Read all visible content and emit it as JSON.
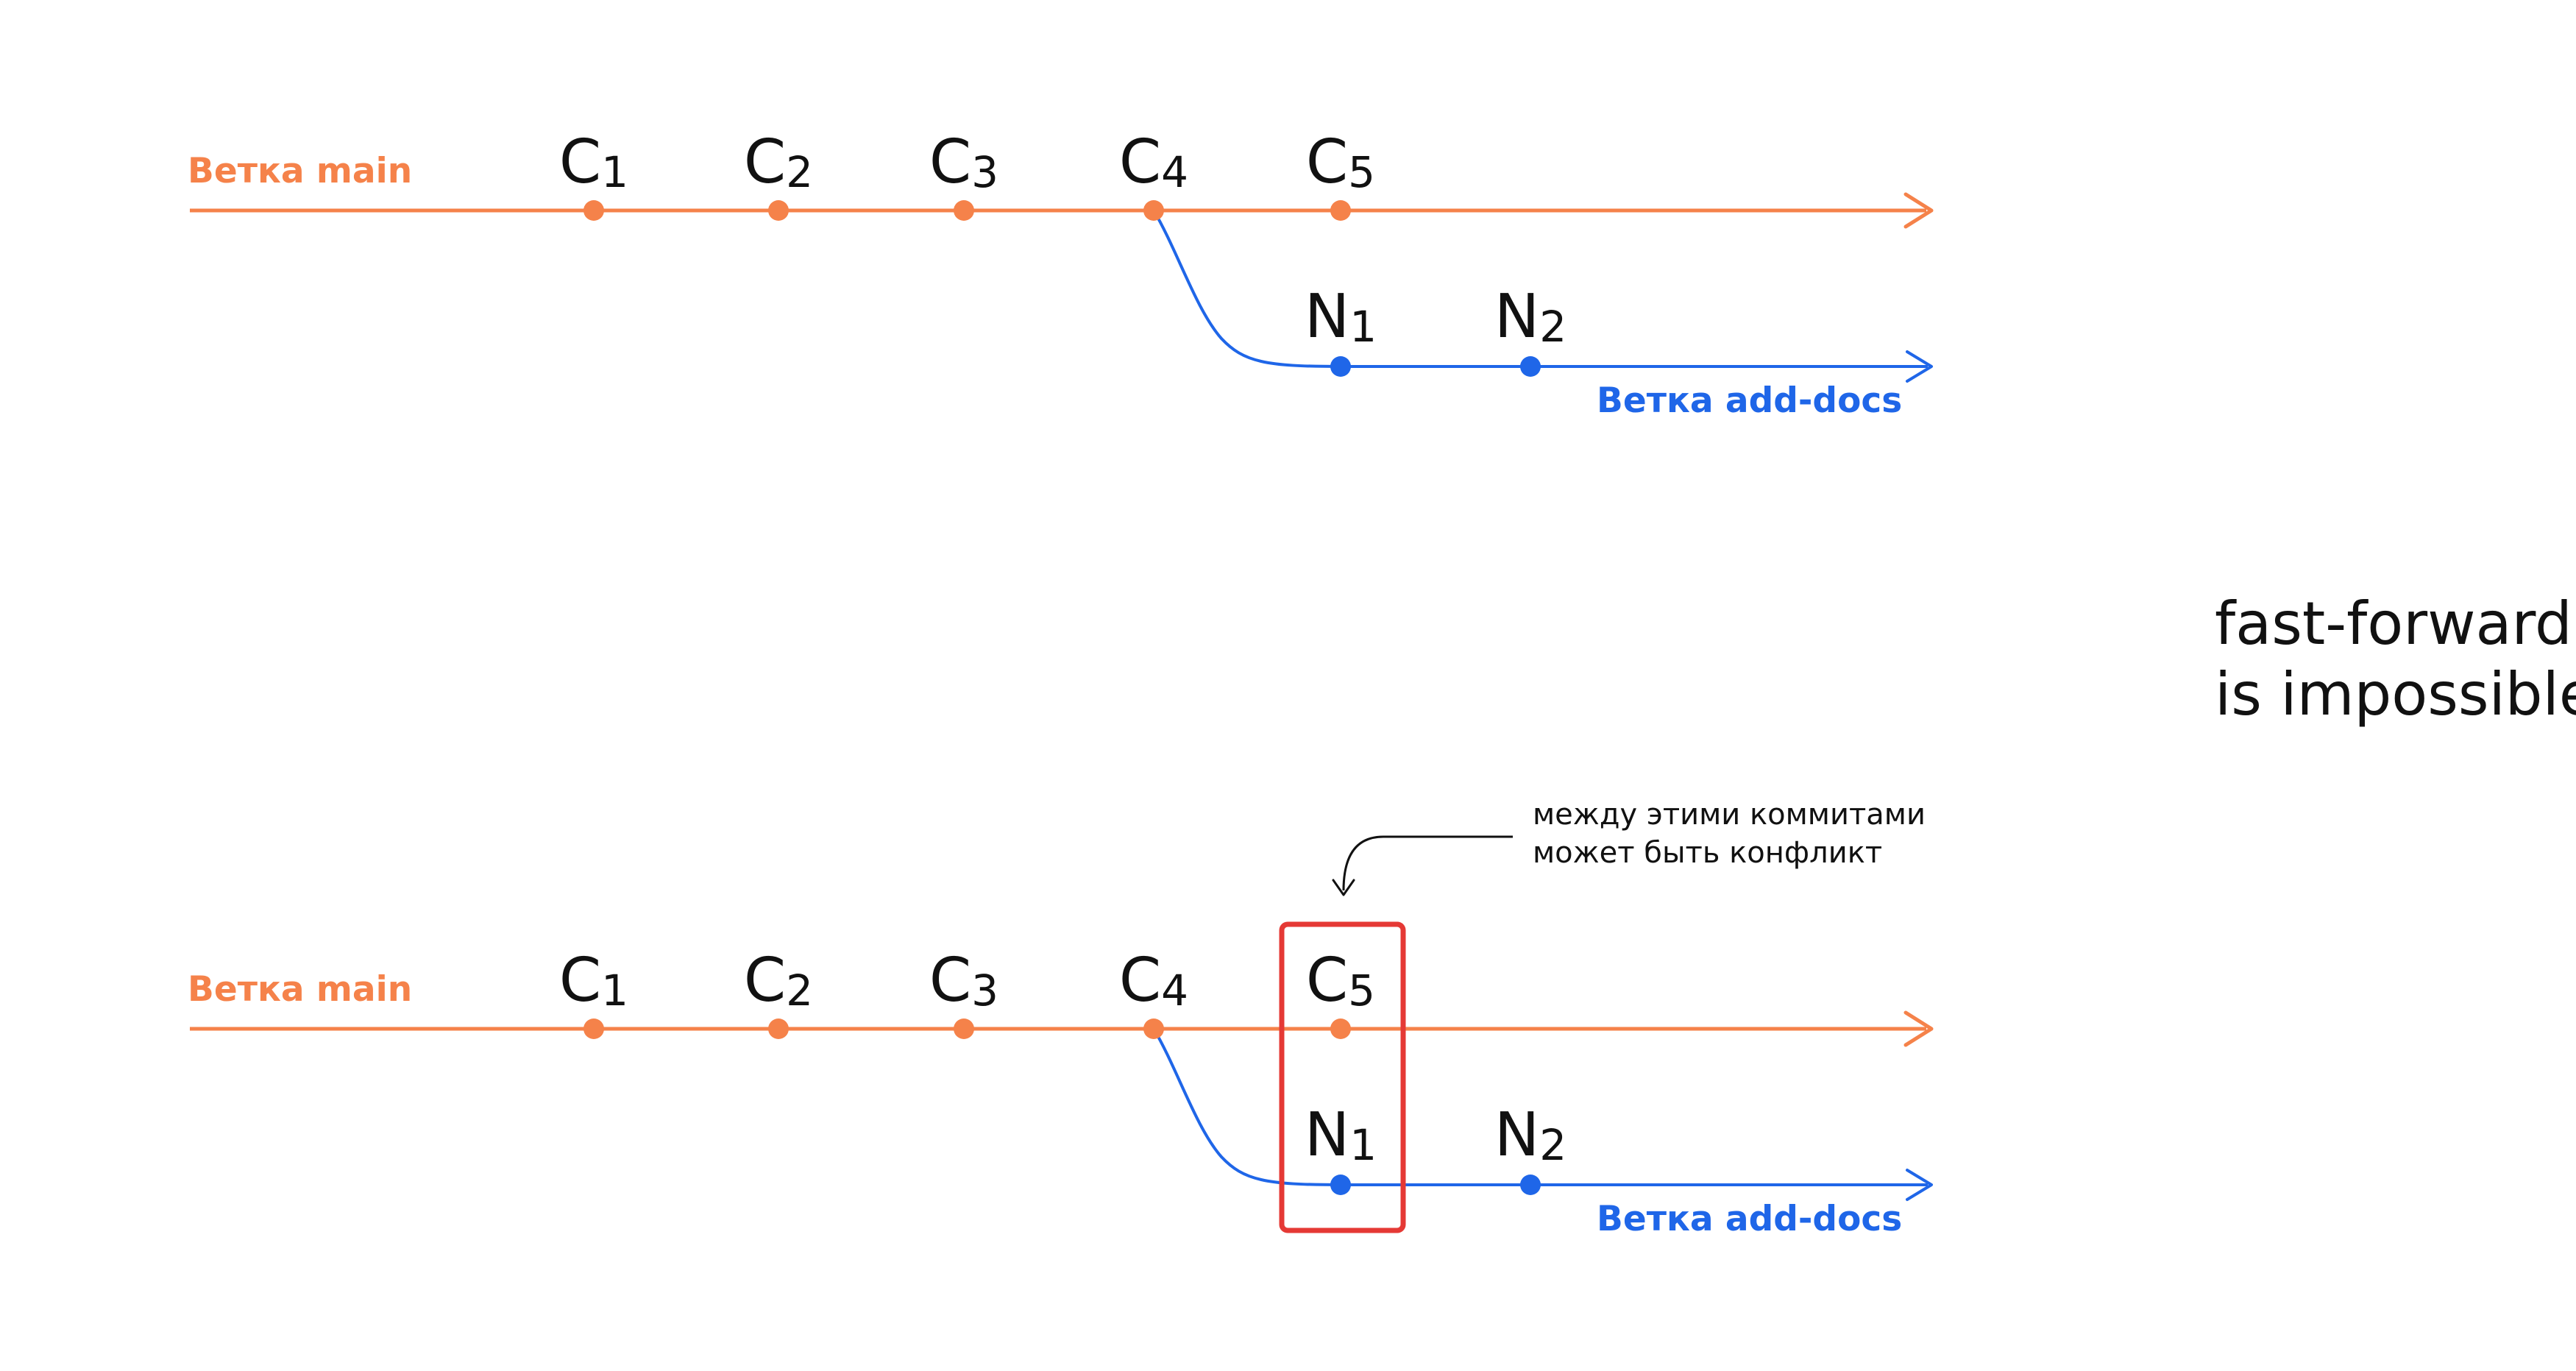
{
  "colors": {
    "main": "#F5824A",
    "feature": "#1F66E8",
    "highlight": "#E53935",
    "text": "#111111"
  },
  "panels": [
    {
      "main_branch": {
        "label": "Ветка main",
        "commits": [
          {
            "letter": "C",
            "index": "1"
          },
          {
            "letter": "C",
            "index": "2"
          },
          {
            "letter": "C",
            "index": "3"
          },
          {
            "letter": "C",
            "index": "4"
          },
          {
            "letter": "C",
            "index": "5"
          }
        ]
      },
      "feature_branch": {
        "label": "Ветка add-docs",
        "commits": [
          {
            "letter": "N",
            "index": "1"
          },
          {
            "letter": "N",
            "index": "2"
          }
        ]
      }
    },
    {
      "main_branch": {
        "label": "Ветка main",
        "commits": [
          {
            "letter": "C",
            "index": "1"
          },
          {
            "letter": "C",
            "index": "2"
          },
          {
            "letter": "C",
            "index": "3"
          },
          {
            "letter": "C",
            "index": "4"
          },
          {
            "letter": "C",
            "index": "5"
          }
        ]
      },
      "feature_branch": {
        "label": "Ветка add-docs",
        "commits": [
          {
            "letter": "N",
            "index": "1"
          },
          {
            "letter": "N",
            "index": "2"
          }
        ]
      },
      "annotation": {
        "lines": [
          "между этими коммитами",
          "может быть конфликт"
        ]
      }
    }
  ],
  "side_text": {
    "line1": "fast-forward",
    "line2": "is impossible"
  }
}
